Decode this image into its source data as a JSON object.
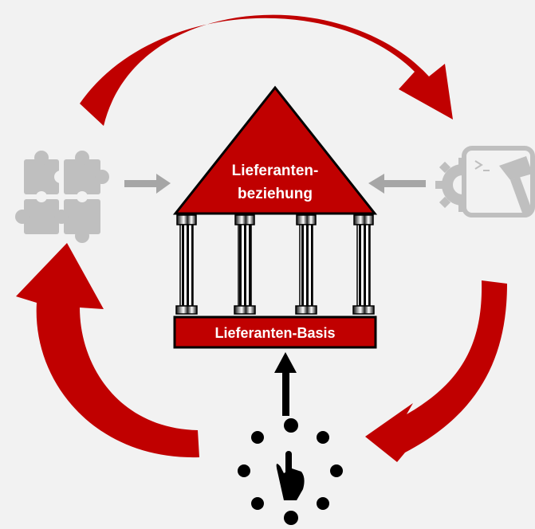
{
  "house": {
    "roof_line1": "Lieferanten-",
    "roof_line2": "beziehung",
    "base_label": "Lieferanten-Basis"
  },
  "colors": {
    "accent_red": "#c00000",
    "icon_gray": "#bfbfbf",
    "arrow_gray": "#a6a6a6",
    "dark": "#000000",
    "background": "#f2f2f2"
  },
  "icons": {
    "left": "puzzle-icon",
    "right": "tools-icon",
    "bottom": "touch-dots-icon"
  }
}
